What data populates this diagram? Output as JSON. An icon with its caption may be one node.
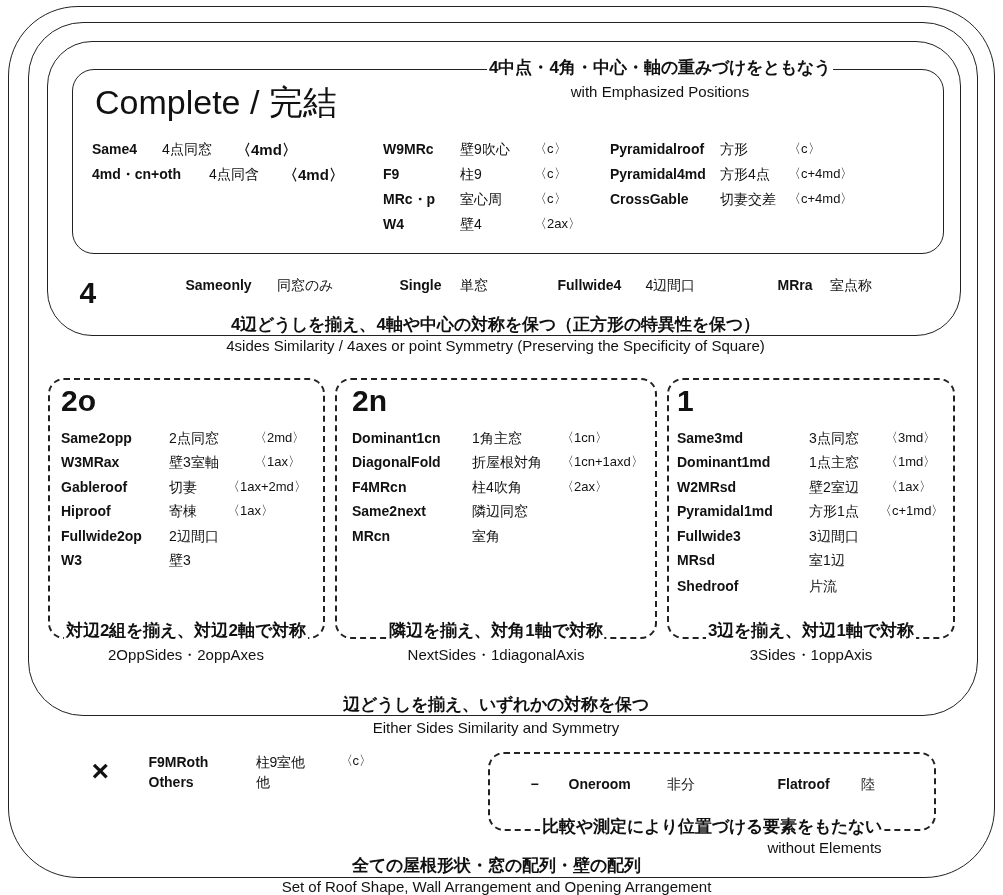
{
  "diagram": {
    "nodes": [
      {
        "text": [
          "×",
          "F9MRoth",
          "柱9室他",
          "〈c〉",
          "Others",
          "他",
          "全ての屋根形状・窓の配列・壁の配列",
          "Set of Roof Shape, Wall Arrangement and Opening Arrangement"
        ]
      },
      {
        "text": [
          "辺どうしを揃え、いずれかの対称を保つ",
          "Either Sides Similarity and Symmetry"
        ],
        "in": 0
      },
      {
        "text": [
          "4",
          "Sameonly",
          "同窓のみ",
          "Single",
          "単窓",
          "Fullwide4",
          "4辺間口",
          "MRra",
          "室点称",
          "4辺どうしを揃え、4軸や中心の対称を保つ（正方形の特異性を保つ）",
          "4sides Similarity / 4axes or point Symmetry (Preserving the Specificity of Square)"
        ],
        "in": 1
      },
      {
        "text": [
          "Complete / 完結",
          "4中点・4角・中心・軸の重みづけをともなう",
          "with Emphasized Positions",
          "Same4",
          "4点同窓",
          "〈4md〉",
          "4md・cn+oth",
          "4点同含",
          "〈4md〉",
          "W9MRc",
          "壁9吹心",
          "〈c〉",
          "F9",
          "柱9",
          "〈c〉",
          "MRc・p",
          "室心周",
          "〈c〉",
          "W4",
          "壁4",
          "〈2ax〉",
          "Pyramidalroof",
          "方形",
          "〈c〉",
          "Pyramidal4md",
          "方形4点",
          "〈c+4md〉",
          "CrossGable",
          "切妻交差",
          "〈c+4md〉"
        ],
        "in": 2
      },
      {
        "text": [
          "2o",
          "Same2opp",
          "2点同窓",
          "〈2md〉",
          "W3MRax",
          "壁3室軸",
          "〈1ax〉",
          "Gableroof",
          "切妻",
          "〈1ax+2md〉",
          "Hiproof",
          "寄棟",
          "〈1ax〉",
          "Fullwide2op",
          "2辺間口",
          "W3",
          "壁3",
          "対辺2組を揃え、対辺2軸で対称",
          "2OppSides・2oppAxes"
        ],
        "in": 1
      },
      {
        "text": [
          "2n",
          "Dominant1cn",
          "1角主窓",
          "〈1cn〉",
          "DiagonalFold",
          "折屋根対角",
          "〈1cn+1axd〉",
          "F4MRcn",
          "柱4吹角",
          "〈2ax〉",
          "Same2next",
          "隣辺同窓",
          "MRcn",
          "室角",
          "隣辺を揃え、対角1軸で対称",
          "NextSides・1diagonalAxis"
        ],
        "in": 1
      },
      {
        "text": [
          "1",
          "Same3md",
          "3点同窓",
          "〈3md〉",
          "Dominant1md",
          "1点主窓",
          "〈1md〉",
          "W2MRsd",
          "壁2室辺",
          "〈1ax〉",
          "Pyramidal1md",
          "方形1点",
          "〈c+1md〉",
          "Fullwide3",
          "3辺間口",
          "MRsd",
          "室1辺",
          "Shedroof",
          "片流",
          "3辺を揃え、対辺1軸で対称",
          "3Sides・1oppAxis"
        ],
        "in": 1
      },
      {
        "text": [
          "−",
          "Oneroom",
          "非分",
          "Flatroof",
          "陸",
          "比較や測定により位置づける要素をもたない",
          "without Elements"
        ],
        "in": 0
      }
    ]
  }
}
